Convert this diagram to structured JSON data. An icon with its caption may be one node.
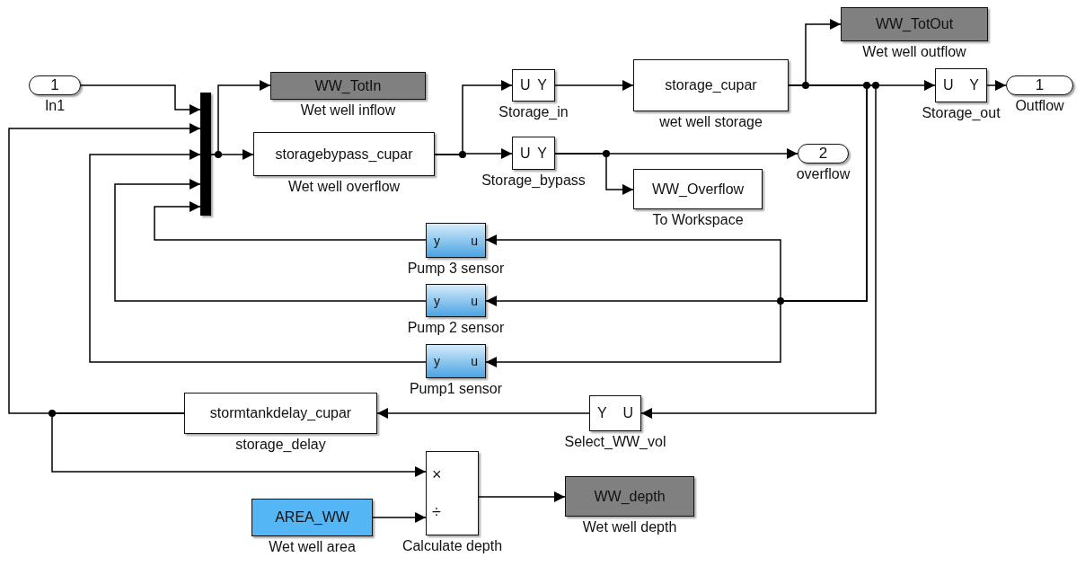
{
  "diagram": {
    "nodes": [
      {
        "text": [
          "1"
        ],
        "beside": [
          "In1"
        ]
      },
      {
        "text": [],
        "shape": "bar"
      },
      {
        "text": [
          "WW_TotIn"
        ],
        "beside": [
          "Wet well inflow"
        ]
      },
      {
        "text": [
          "storagebypass_cupar"
        ],
        "beside": [
          "Wet well overflow"
        ]
      },
      {
        "text": [
          "U",
          "Y"
        ],
        "beside": [
          "Storage_in"
        ]
      },
      {
        "text": [
          "storage_cupar"
        ],
        "beside": [
          "wet well storage"
        ]
      },
      {
        "text": [
          "WW_TotOut"
        ],
        "beside": [
          "Wet well outflow"
        ]
      },
      {
        "text": [
          "U",
          "Y"
        ],
        "beside": [
          "Storage_out"
        ]
      },
      {
        "text": [
          "1"
        ],
        "beside": [
          "Outflow"
        ]
      },
      {
        "text": [
          "U",
          "Y"
        ],
        "beside": [
          "Storage_bypass"
        ]
      },
      {
        "text": [
          "WW_Overflow"
        ],
        "beside": [
          "To Workspace"
        ]
      },
      {
        "text": [
          "2"
        ],
        "beside": [
          "overflow"
        ]
      },
      {
        "text": [
          "y",
          "u"
        ],
        "beside": [
          "Pump 3 sensor"
        ]
      },
      {
        "text": [
          "y",
          "u"
        ],
        "beside": [
          "Pump 2 sensor"
        ]
      },
      {
        "text": [
          "y",
          "u"
        ],
        "beside": [
          "Pump1 sensor"
        ]
      },
      {
        "text": [
          "Y",
          "U"
        ],
        "beside": [
          "Select_WW_vol"
        ]
      },
      {
        "text": [
          "stormtankdelay_cupar"
        ],
        "beside": [
          "storage_delay"
        ]
      },
      {
        "text": [
          "AREA_WW"
        ],
        "beside": [
          "Wet well area"
        ]
      },
      {
        "text": [
          "×",
          "÷"
        ],
        "beside": [
          "Calculate depth"
        ]
      },
      {
        "text": [
          "WW_depth"
        ],
        "beside": [
          "Wet well depth"
        ]
      }
    ],
    "edges": [
      {
        "from": 0,
        "to": 1,
        "arrow": "to"
      },
      {
        "from": 1,
        "to": 2,
        "arrow": "to"
      },
      {
        "from": 1,
        "to": 3,
        "arrow": "to"
      },
      {
        "from": 3,
        "to": 4,
        "arrow": "to"
      },
      {
        "from": 3,
        "to": 9,
        "arrow": "to"
      },
      {
        "from": 4,
        "to": 5,
        "arrow": "to"
      },
      {
        "from": 5,
        "to": 6,
        "arrow": "to"
      },
      {
        "from": 5,
        "to": 7,
        "arrow": "to"
      },
      {
        "from": 7,
        "to": 8,
        "arrow": "to"
      },
      {
        "from": 5,
        "to": 12,
        "arrow": "to"
      },
      {
        "from": 5,
        "to": 13,
        "arrow": "to"
      },
      {
        "from": 5,
        "to": 14,
        "arrow": "to"
      },
      {
        "from": 5,
        "to": 15,
        "arrow": "to"
      },
      {
        "from": 9,
        "to": 11,
        "arrow": "to"
      },
      {
        "from": 9,
        "to": 10,
        "arrow": "to"
      },
      {
        "from": 12,
        "to": 1,
        "arrow": "to"
      },
      {
        "from": 13,
        "to": 1,
        "arrow": "to"
      },
      {
        "from": 14,
        "to": 1,
        "arrow": "to"
      },
      {
        "from": 15,
        "to": 16,
        "arrow": "to"
      },
      {
        "from": 16,
        "to": 1,
        "arrow": "to"
      },
      {
        "from": 16,
        "to": 18,
        "arrow": "to"
      },
      {
        "from": 17,
        "to": 18,
        "arrow": "to"
      },
      {
        "from": 18,
        "to": 19,
        "arrow": "to"
      }
    ]
  }
}
